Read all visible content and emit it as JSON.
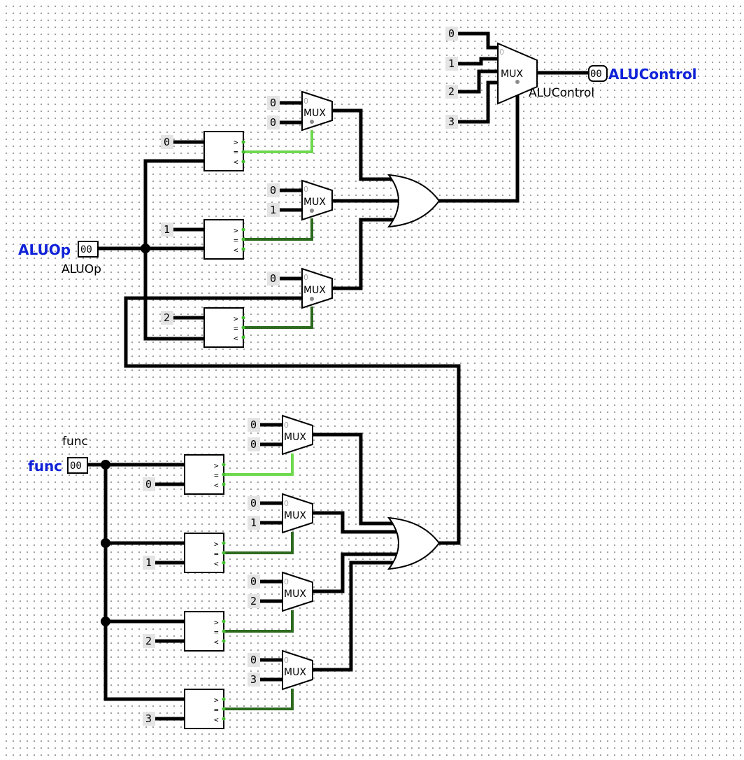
{
  "inputs": {
    "aluop": {
      "label": "ALUOp",
      "tunnel": "ALUOp",
      "value": "00"
    },
    "func": {
      "label": "func",
      "tunnel": "func",
      "value": "00"
    }
  },
  "output": {
    "label": "ALUControl",
    "tunnel": "ALUControl",
    "value": "00"
  },
  "mux_label": "MUX",
  "mux_sel_zero": "0",
  "comparator_symbols": {
    "gt": ">",
    "eq": "=",
    "lt": "<"
  },
  "final_mux_constants": [
    "0",
    "1",
    "2",
    "3"
  ],
  "aluop_section": {
    "comparator_constants": [
      "0",
      "1",
      "2"
    ],
    "mux_inputs": [
      [
        "0",
        "0"
      ],
      [
        "0",
        "1"
      ],
      [
        "0"
      ]
    ]
  },
  "func_section": {
    "comparator_constants": [
      "0",
      "1",
      "2",
      "3"
    ],
    "mux_inputs": [
      [
        "0",
        "0"
      ],
      [
        "0",
        "1"
      ],
      [
        "0",
        "2"
      ],
      [
        "0",
        "3"
      ]
    ]
  },
  "colors": {
    "wire": "#000000",
    "active_wire": "#6ed94e",
    "inactive_wire": "#2c6a1e",
    "pin_label": "#0f22d8"
  }
}
